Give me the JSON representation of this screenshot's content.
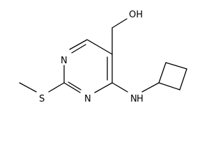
{
  "molecule": {
    "atom_labels": {
      "hydroxyl": "OH",
      "ring_n_top": "N",
      "ring_n_bottom": "N",
      "sulfur": "S",
      "amine_n": "N",
      "amine_h": "H"
    },
    "colors": {
      "bond": "#000000",
      "label": "#000000",
      "background": "#ffffff"
    }
  }
}
